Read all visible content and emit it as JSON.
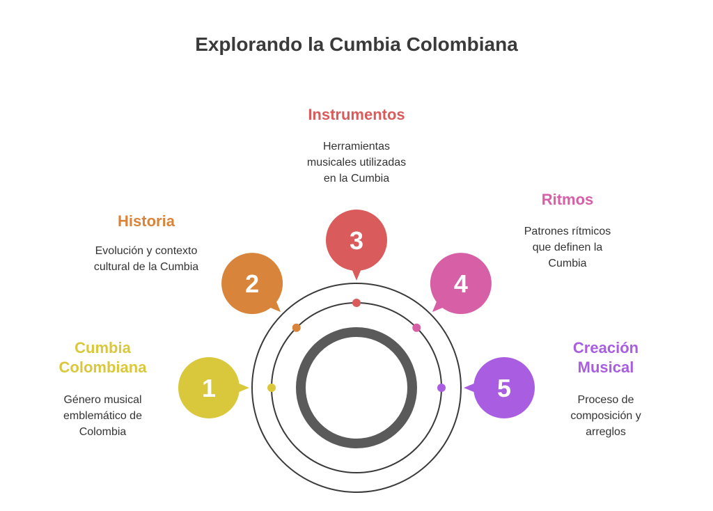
{
  "title": "Explorando la Cumbia Colombiana",
  "steps": [
    {
      "number": "1",
      "title": "Cumbia\nColombiana",
      "description": "Género musical\nemblemático de\nColombia",
      "color": "#d9c83b"
    },
    {
      "number": "2",
      "title": "Historia",
      "description": "Evolución y contexto\ncultural de la Cumbia",
      "color": "#d8843b"
    },
    {
      "number": "3",
      "title": "Instrumentos",
      "description": "Herramientas\nmusicales utilizadas\nen la Cumbia",
      "color": "#d95b5b"
    },
    {
      "number": "4",
      "title": "Ritmos",
      "description": "Patrones rítmicos\nque definen la\nCumbia",
      "color": "#d65fa6"
    },
    {
      "number": "5",
      "title": "Creación\nMusical",
      "description": "Proceso de\ncomposición y\narreglos",
      "color": "#a95de0"
    }
  ]
}
